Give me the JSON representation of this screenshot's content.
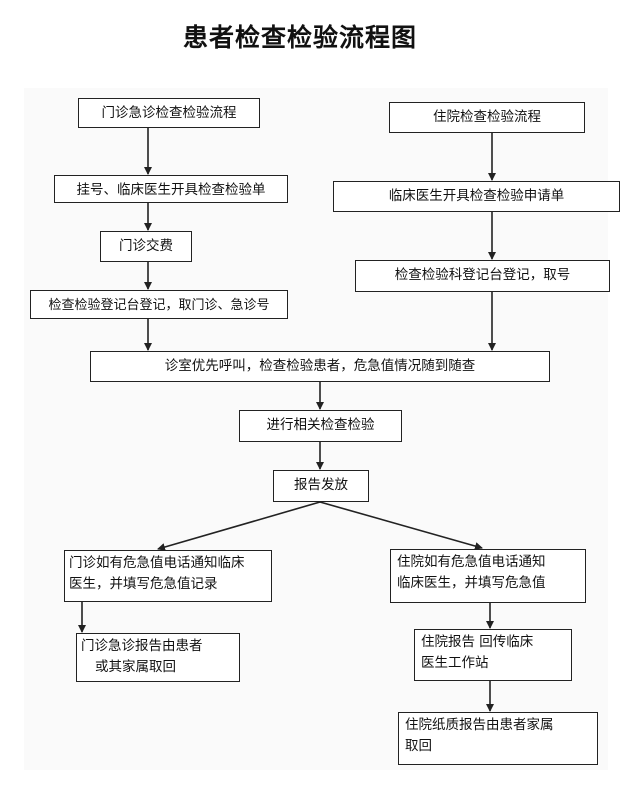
{
  "title": "患者检查检验流程图",
  "nodes": {
    "opd_start": "门诊急诊检查检验流程",
    "opd_register": "挂号、临床医生开具检查检验单",
    "opd_pay": "门诊交费",
    "opd_desk": "检查检验登记台登记，取门诊、急诊号",
    "inp_start": "住院检查检验流程",
    "inp_request": "临床医生开具检查检验申请单",
    "inp_desk": "检查检验科登记台登记，取号",
    "call": "诊室优先呼叫，检查检验患者，危急值情况随到随查",
    "exam": "进行相关检查检验",
    "report": "报告发放",
    "opd_critical": [
      "门诊如有危急值电话通知临床",
      "医生，并填写危急值记录"
    ],
    "opd_pickup": [
      "门诊急诊报告由患者",
      "或其家属取回"
    ],
    "inp_critical": [
      "住院如有危急值电话通知",
      "临床医生，并填写危急值"
    ],
    "inp_return": [
      "住院报告  回传临床",
      "医生工作站"
    ],
    "inp_paper": [
      "住院纸质报告由患者家属",
      "取回"
    ]
  }
}
